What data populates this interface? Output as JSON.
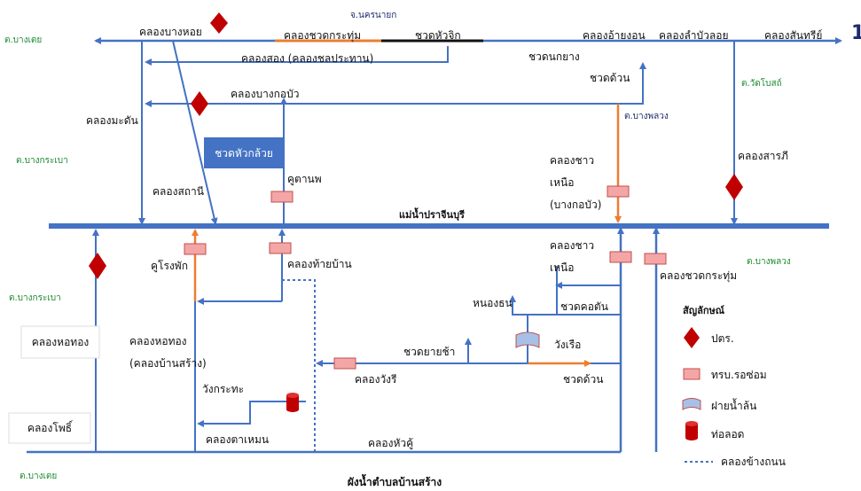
{
  "title": "ผังน้ำตำบลบ้านสร้าง",
  "corner_number": "1",
  "river_label": "แม่น้ำปราจีนบุรี",
  "colors": {
    "water": "#4472c4",
    "orange": "#ed7d31",
    "pink": "#f4a6a6",
    "pink_edge": "#c0504d",
    "red": "#c00000",
    "green": "#1a8a2e",
    "box": "#4472c4",
    "box_text": "#ffffff"
  },
  "areas": {
    "top_left": "ต.บางเตย",
    "top_center": "จ.นครนายก",
    "mid_left": "ต.บางกระเบา",
    "wat_bot": "ต.วัดโบสถ์",
    "bang_phluang_top": "ต.บางพลวง",
    "bang_krabao_low": "ต.บางกระเบา",
    "bang_phluang_right": "ต.บางพลวง",
    "bottom_left": "ต.บางเตย"
  },
  "canals": {
    "bang_hoi": "คลองบางหอย",
    "chuad_krathum_top": "คลองชวดกระทุ่ม",
    "chuad_hua_chik": "ชวดหัวจิก",
    "ai_yang_on": "คลองอ้ายงอน",
    "lam_bua_loi": "คลองลำบัวลอย",
    "san_thri": "คลองสันทรีย์",
    "song": "คลองสอง (คลองชลประทาน)",
    "chuad_non_yang": "ชวดนกยาง",
    "bang_kob_bua": "คลองบางกอบัว",
    "chuad_duan_top": "ชวดด้วน",
    "madan": "คลองมะดัน",
    "chuad_hua_kluai": "ชวดหัวกล้วย",
    "khlong_chao_nuea_1": "คลองชาว",
    "khlong_chao_nuea_2": "เหนือ",
    "khlong_chao_nuea_3": "(บางกอบัว)",
    "sarapi": "คลองสารภี",
    "sathani": "คลองสถานี",
    "ku_ta_nop": "คูตานพ",
    "ku_rong_phak": "คูโรงพัก",
    "thai_ban": "คลองท้ายบ้าน",
    "chao_nuea_low_1": "คลองชาว",
    "chao_nuea_low_2": "เหนือ",
    "chuad_krathum_right": "คลองชวดกระทุ่ม",
    "nong_thon": "หนองธน",
    "chuad_kho_tan": "ชวดคอตัน",
    "wang_ruea": "วังเรือ",
    "chuad_yai_cha": "ชวดยายช้า",
    "wang_ri": "คลองวังรี",
    "chuad_duan_low": "ชวดด้วน",
    "hor_thong_1": "คลองหอทอง",
    "hor_thong_2": "(คลองบ้านสร้าง)",
    "wang_krathe": "วังกระทะ",
    "ta_men": "คลองตาเหมน",
    "hua_khu": "คลองหัวคู้"
  },
  "side_boxes": {
    "hor_thong": "คลองหอทอง",
    "pho": "คลองโพธิ์"
  },
  "legend": {
    "title": "สัญลักษณ์",
    "items": [
      {
        "label": "ปตร.",
        "icon": "red-diamond-icon"
      },
      {
        "label": "ทรบ.รอซ่อม",
        "icon": "pink-rectangle-icon"
      },
      {
        "label": "ฝายน้ำล้น",
        "icon": "weir-flag-icon"
      },
      {
        "label": "ท่อลอด",
        "icon": "red-cylinder-icon"
      },
      {
        "label": "คลองข้างถนน",
        "icon": "dotted-line-icon"
      }
    ]
  }
}
